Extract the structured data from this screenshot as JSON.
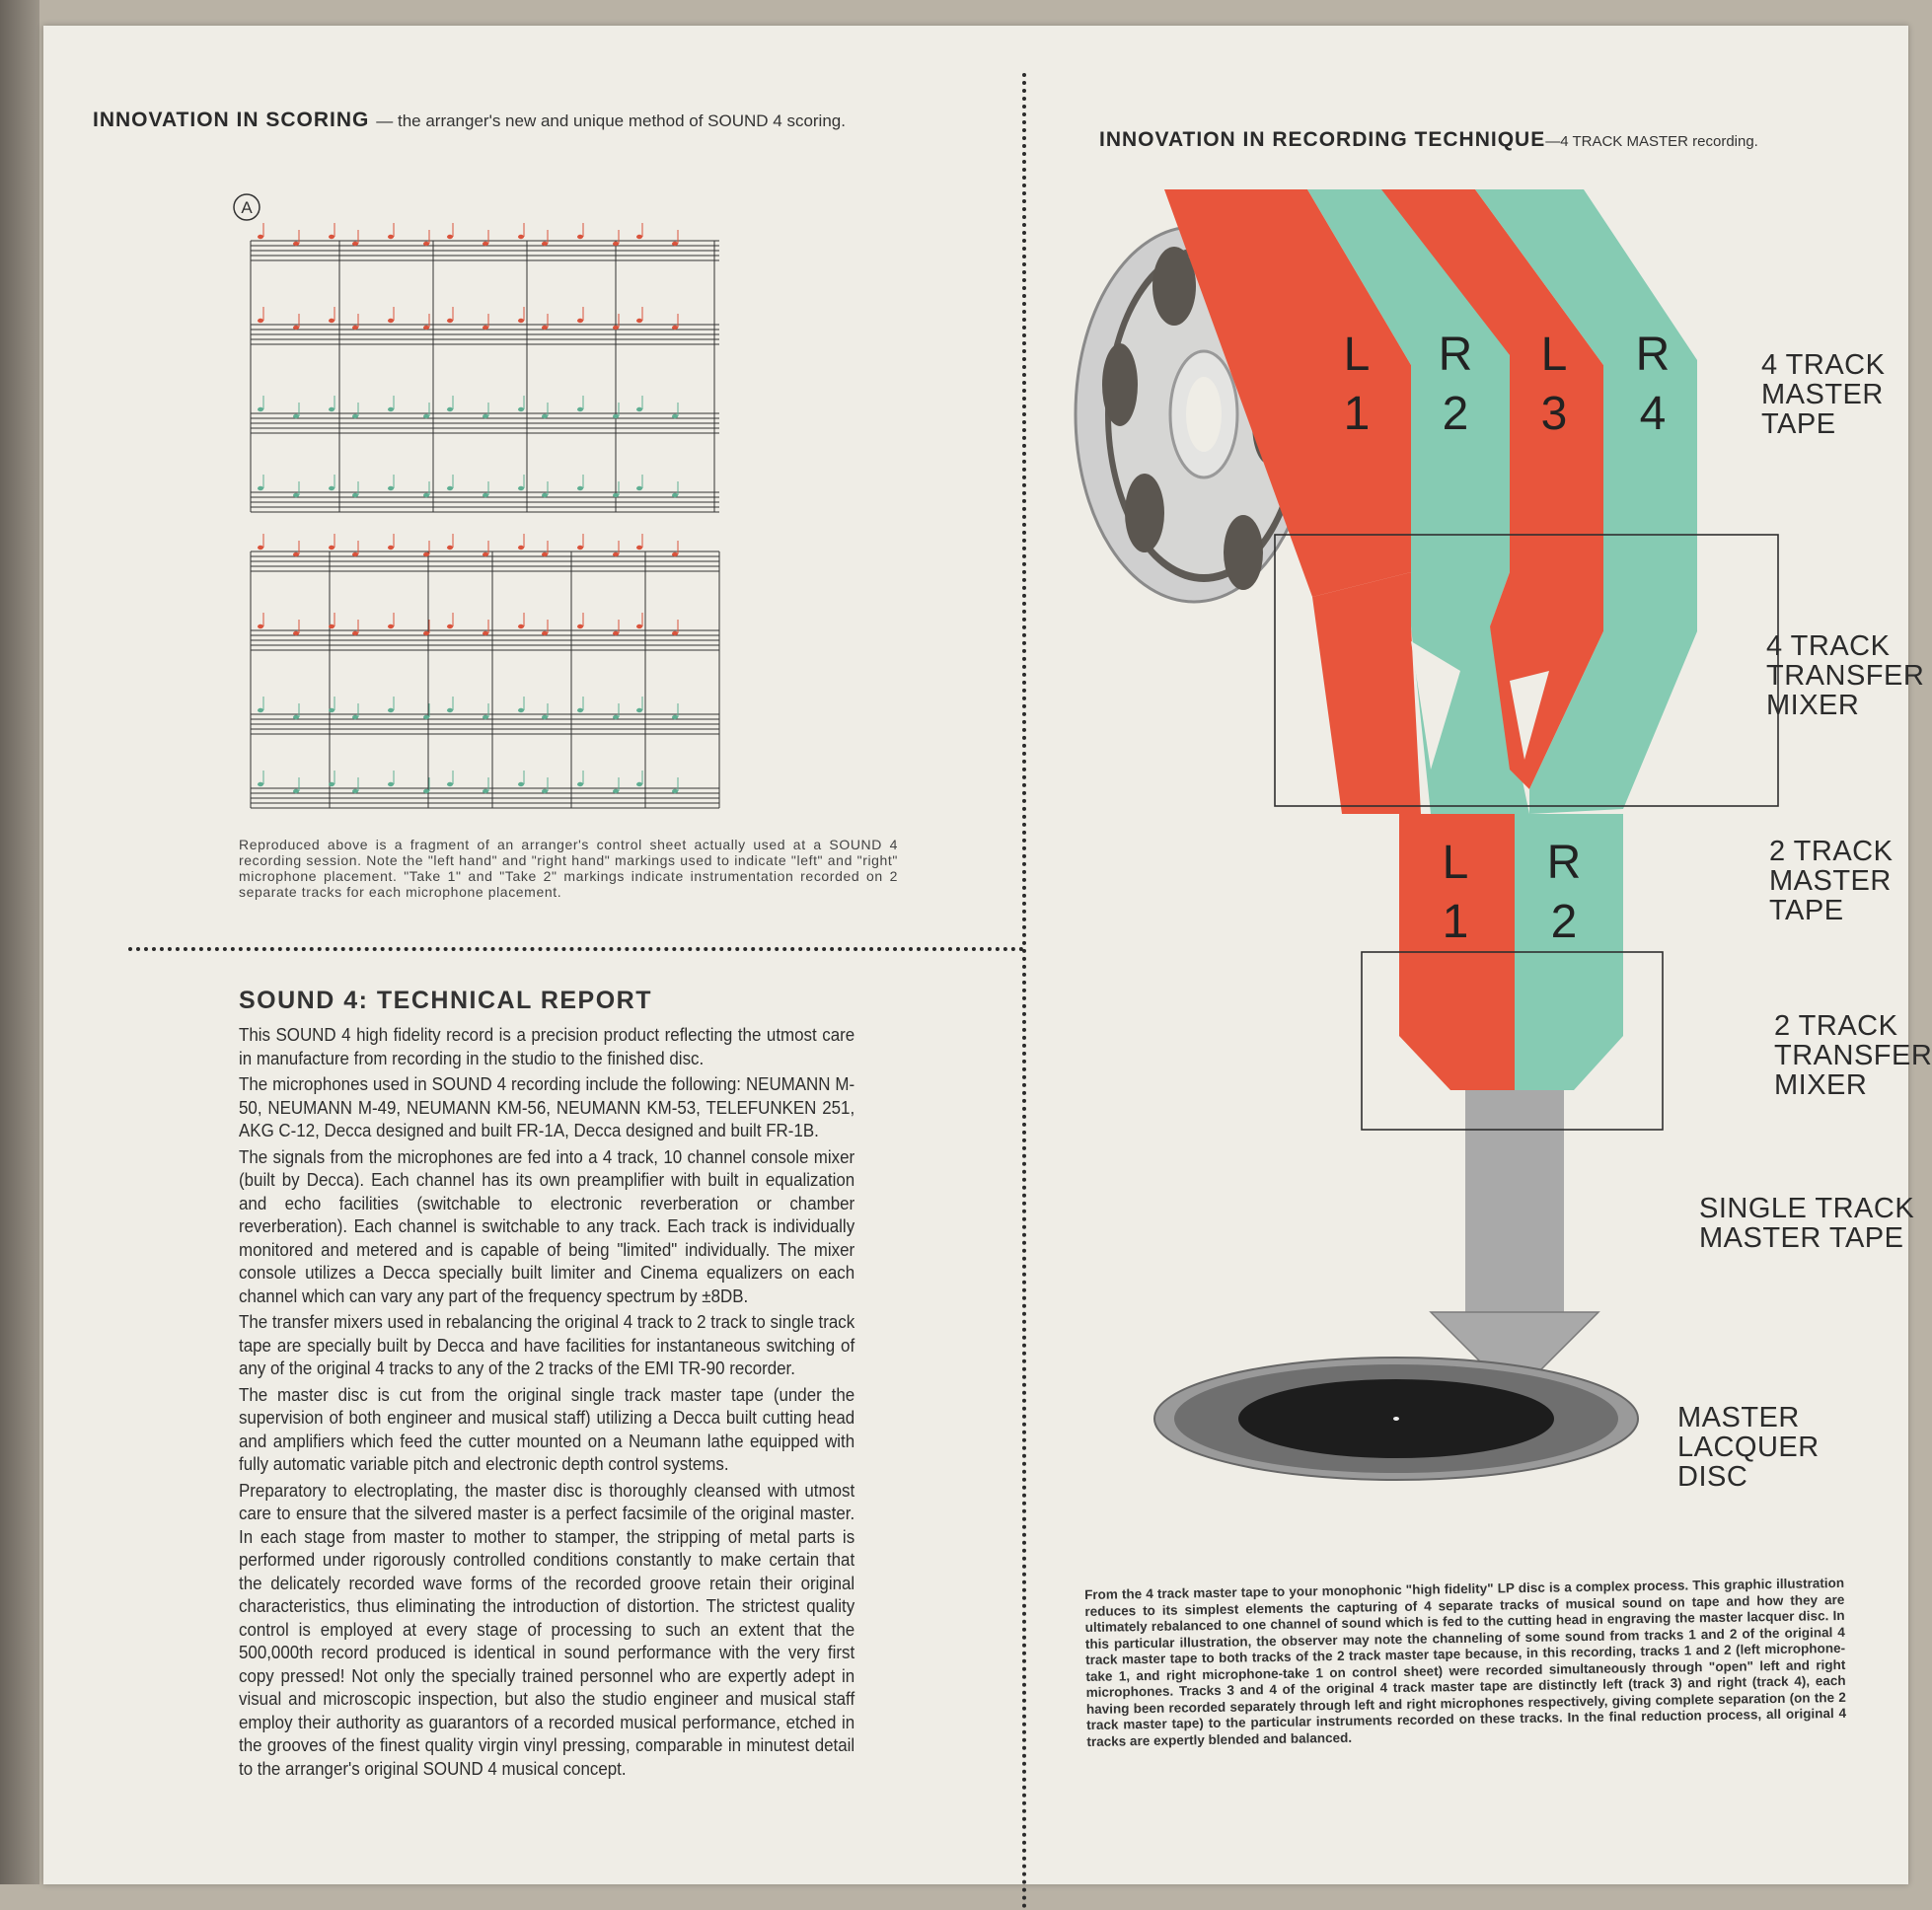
{
  "left": {
    "scoring_heading": "INNOVATION IN SCORING",
    "scoring_sub": "— the arranger's new and unique method of SOUND 4 scoring.",
    "rehearsal_mark": "A",
    "caption": "Reproduced above is a fragment of an arranger's control sheet actually used at a SOUND 4 recording session. Note the \"left hand\" and \"right hand\" markings used to indicate \"left\" and \"right\" microphone placement. \"Take 1\" and \"Take 2\" markings indicate instrumentation recorded on 2 separate tracks for each microphone placement.",
    "report_title": "SOUND 4: TECHNICAL REPORT",
    "paragraphs": [
      "This SOUND 4 high fidelity record is a precision product reflecting the utmost care in manufacture from recording in the studio to the finished disc.",
      "The microphones used in SOUND 4 recording include the following: NEUMANN M-50, NEUMANN M-49, NEUMANN KM-56, NEUMANN KM-53, TELEFUNKEN 251, AKG C-12, Decca designed and built FR-1A, Decca designed and built FR-1B.",
      "The signals from the microphones are fed into a 4 track, 10 channel console mixer (built by Decca). Each channel has its own preamplifier with built in equalization and echo facilities (switchable to electronic reverberation or chamber reverberation). Each channel is switchable to any track. Each track is individually monitored and metered and is capable of being \"limited\" individually. The mixer console utilizes a Decca specially built limiter and Cinema equalizers on each channel which can vary any part of the frequency spectrum by ±8DB.",
      "The transfer mixers used in rebalancing the original 4 track to 2 track to single track tape are specially built by Decca and have facilities for instantaneous switching of any of the original 4 tracks to any of the 2 tracks of the EMI TR-90 recorder.",
      "The master disc is cut from the original single track master tape (under the supervision of both engineer and musical staff) utilizing a Decca built cutting head and amplifiers which feed the cutter mounted on a Neumann lathe equipped with fully automatic variable pitch and electronic depth control systems.",
      "Preparatory to electroplating, the master disc is thoroughly cleansed with utmost care to ensure that the silvered master is a perfect facsimile of the original master. In each stage from master to mother to stamper, the stripping of metal parts is performed under rigorously controlled conditions constantly to make certain that the delicately recorded wave forms of the recorded groove retain their original characteristics, thus eliminating the introduction of distortion. The strictest quality control is employed at every stage of processing to such an extent that the 500,000th record produced is identical in sound performance with the very first copy pressed! Not only the specially trained personnel who are expertly adept in visual and microscopic inspection, but also the studio engineer and musical staff employ their authority as guarantors of a recorded musical performance, etched in the grooves of the finest quality virgin vinyl pressing, comparable in minutest detail to the arranger's original SOUND 4 musical concept."
    ]
  },
  "right": {
    "heading": "INNOVATION IN RECORDING TECHNIQUE",
    "heading_sub": "—4 TRACK MASTER recording.",
    "tracks4": [
      {
        "letter": "L",
        "num": "1"
      },
      {
        "letter": "R",
        "num": "2"
      },
      {
        "letter": "L",
        "num": "3"
      },
      {
        "letter": "R",
        "num": "4"
      }
    ],
    "tracks2": [
      {
        "letter": "L",
        "num": "1"
      },
      {
        "letter": "R",
        "num": "2"
      }
    ],
    "labels": {
      "four_track_tape": "4 TRACK\nMASTER\nTAPE",
      "four_track_mixer": "4 TRACK\nTRANSFER\nMIXER",
      "two_track_tape": "2 TRACK\nMASTER\nTAPE",
      "two_track_mixer": "2 TRACK\nTRANSFER\nMIXER",
      "single_track": "SINGLE TRACK\nMASTER TAPE",
      "lacquer": "MASTER LACQUER\nDISC"
    },
    "explanation": "From the 4 track master tape to your monophonic \"high fidelity\" LP disc is a complex process. This graphic illustration reduces to its simplest elements the capturing of 4 separate tracks of musical sound on tape and how they are ultimately rebalanced to one channel of sound which is fed to the cutting head in engraving the master lacquer disc. In this particular illustration, the observer may note the channeling of some sound from tracks 1 and 2 of the original 4 track master tape to both tracks of the 2 track master tape because, in this recording, tracks 1 and 2 (left microphone-take 1, and right microphone-take 1 on control sheet) were recorded simultaneously through \"open\" left and right microphones. Tracks 3 and 4 of the original 4 track master tape are distinctly left (track 3) and right (track 4), each having been recorded separately through left and right microphones respectively, giving complete separation (on the 2 track master tape) to the particular instruments recorded on these tracks. In the final reduction process, all original 4 tracks are expertly blended and balanced.",
    "colors": {
      "red": "#e8553c",
      "green": "#86cbb3",
      "grey": "#a9a9a9"
    }
  }
}
